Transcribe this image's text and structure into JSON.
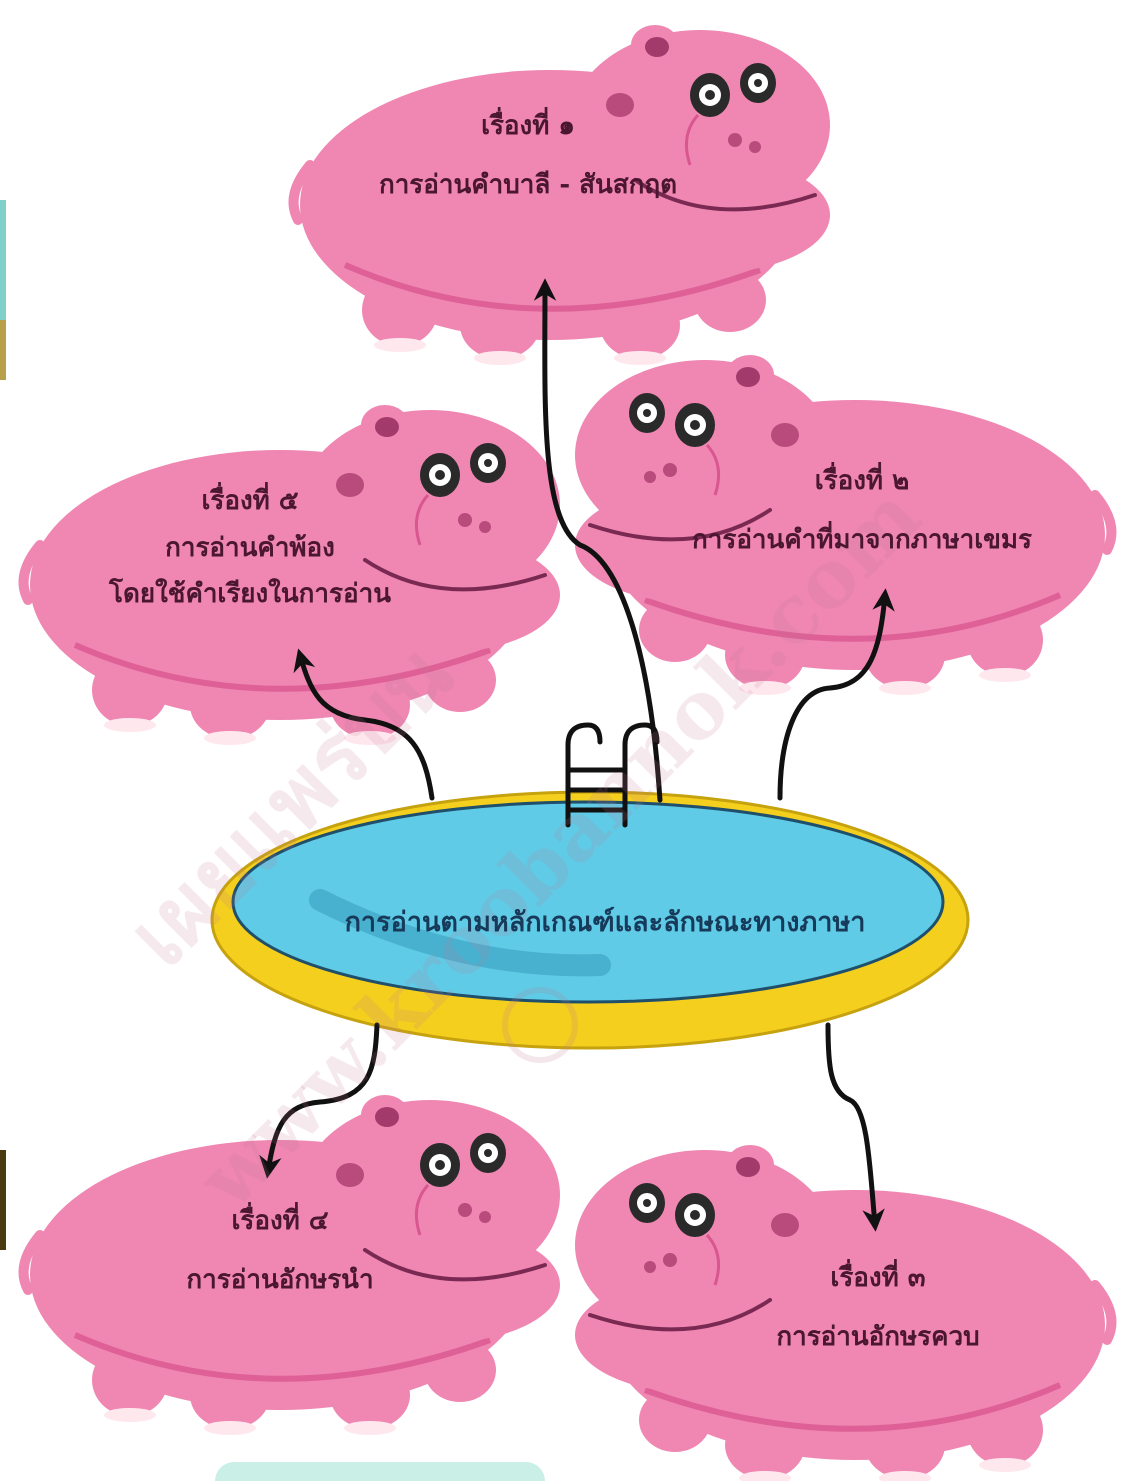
{
  "hub": {
    "label": "การอ่านตามหลักเกณฑ์และลักษณะทางภาษา"
  },
  "topics": [
    {
      "id": "topic-1",
      "title": "เรื่องที่ ๑",
      "desc": [
        "การอ่านคำบาลี - สันสกฤต"
      ]
    },
    {
      "id": "topic-2",
      "title": "เรื่องที่ ๒",
      "desc": [
        "การอ่านคำที่มาจากภาษาเขมร"
      ]
    },
    {
      "id": "topic-3",
      "title": "เรื่องที่ ๓",
      "desc": [
        "การอ่านอักษรควบ"
      ]
    },
    {
      "id": "topic-4",
      "title": "เรื่องที่ ๔",
      "desc": [
        "การอ่านอักษรนำ"
      ]
    },
    {
      "id": "topic-5",
      "title": "เรื่องที่ ๕",
      "desc": [
        "การอ่านคำพ้อง",
        "โดยใช้คำเรียงในการอ่าน"
      ]
    }
  ],
  "watermark": {
    "line1": "เผยแพร่บน",
    "line2": "www.kroobannok.com"
  },
  "colors": {
    "hippo": "#ef87b2",
    "hippo_shade": "#d9568f",
    "pool_water": "#5fcbe6",
    "pool_rim": "#f4cf1e",
    "arrow": "#111111"
  }
}
